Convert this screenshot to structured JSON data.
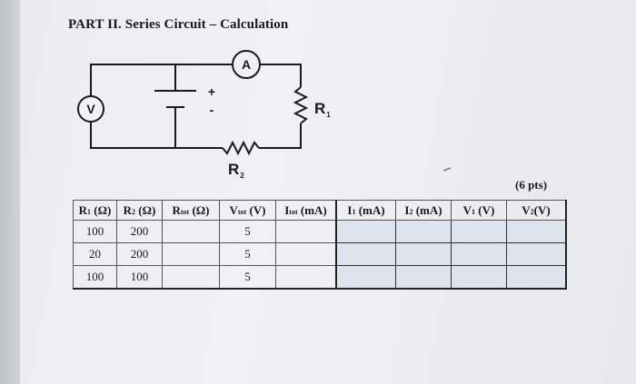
{
  "title": "PART II. Series Circuit – Calculation",
  "points": "(6 pts)",
  "circuit": {
    "voltmeter_label": "V",
    "ammeter_label": "A",
    "battery_plus": "+",
    "battery_minus": "-",
    "r1_label": "R",
    "r1_sub": "1",
    "r2_label": "R",
    "r2_sub": "2"
  },
  "table": {
    "headers": [
      {
        "main": "R",
        "sub": "1",
        "unit": " (Ω)"
      },
      {
        "main": "R",
        "sub": "2",
        "unit": " (Ω)"
      },
      {
        "main": "R",
        "sub": "tot",
        "unit": " (Ω)"
      },
      {
        "main": "V",
        "sub": "tot",
        "unit": " (V)"
      },
      {
        "main": "I",
        "sub": "tot",
        "unit": " (mA)"
      },
      {
        "main": "I",
        "sub": "1",
        "unit": " (mA)"
      },
      {
        "main": "I",
        "sub": "2",
        "unit": " (mA)"
      },
      {
        "main": "V",
        "sub": "1",
        "unit": " (V)"
      },
      {
        "main": "V",
        "sub": "2",
        "unit": "(V)"
      }
    ],
    "rows": [
      {
        "r1": "100",
        "r2": "200",
        "rtot": "",
        "vtot": "5",
        "itot": ""
      },
      {
        "r1": "20",
        "r2": "200",
        "rtot": "",
        "vtot": "5",
        "itot": ""
      },
      {
        "r1": "100",
        "r2": "100",
        "rtot": "",
        "vtot": "5",
        "itot": ""
      }
    ]
  },
  "colors": {
    "answer_cell_fill": "#dde4ee",
    "ink": "#1a1a1a"
  }
}
